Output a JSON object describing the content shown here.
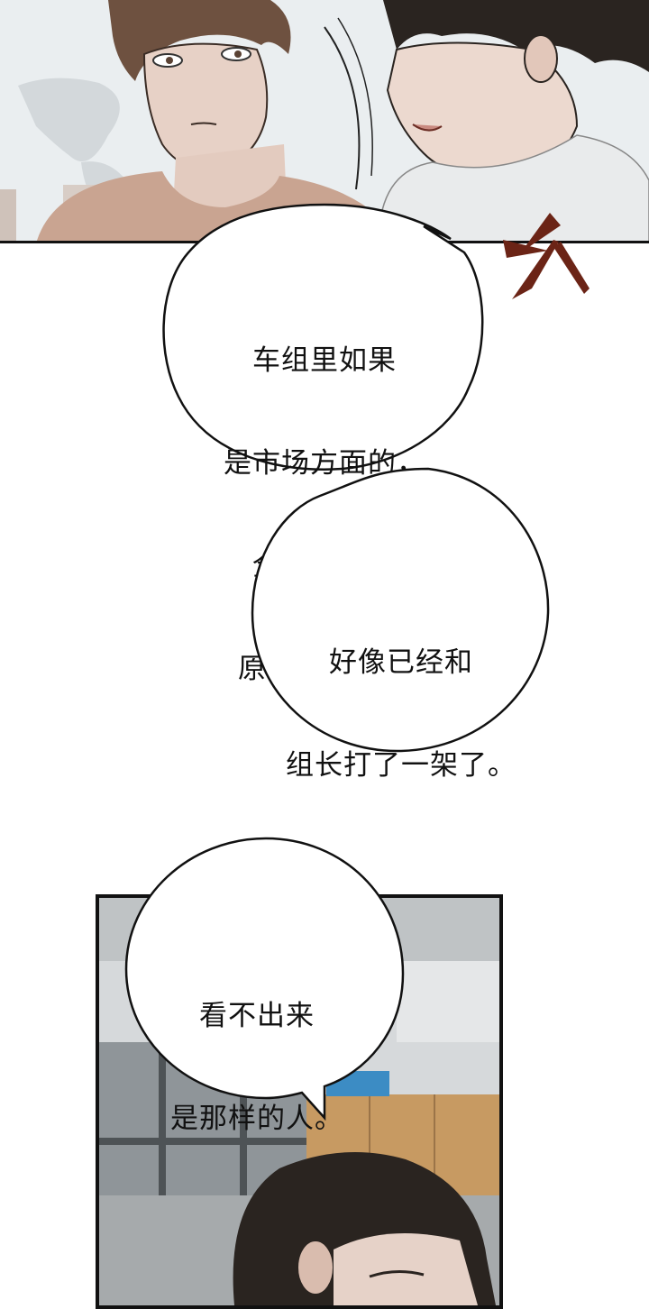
{
  "bubbles": [
    {
      "id": "bubble-1",
      "lines": [
        "车组里如果",
        "是市场方面的，",
        "全都要重返",
        "原本的岗位。"
      ]
    },
    {
      "id": "bubble-2",
      "lines": [
        "好像已经和",
        "组长打了一架了。"
      ]
    },
    {
      "id": "bubble-3",
      "lines": [
        "看不出来",
        "是那样的人。"
      ]
    }
  ],
  "colors": {
    "accent_mark": "#6b2416",
    "ink": "#111111",
    "skin": "#e3cbbf",
    "hair_brown": "#6e5140",
    "hair_dark": "#2a2420"
  },
  "icons": [
    "anger-mark-icon"
  ]
}
